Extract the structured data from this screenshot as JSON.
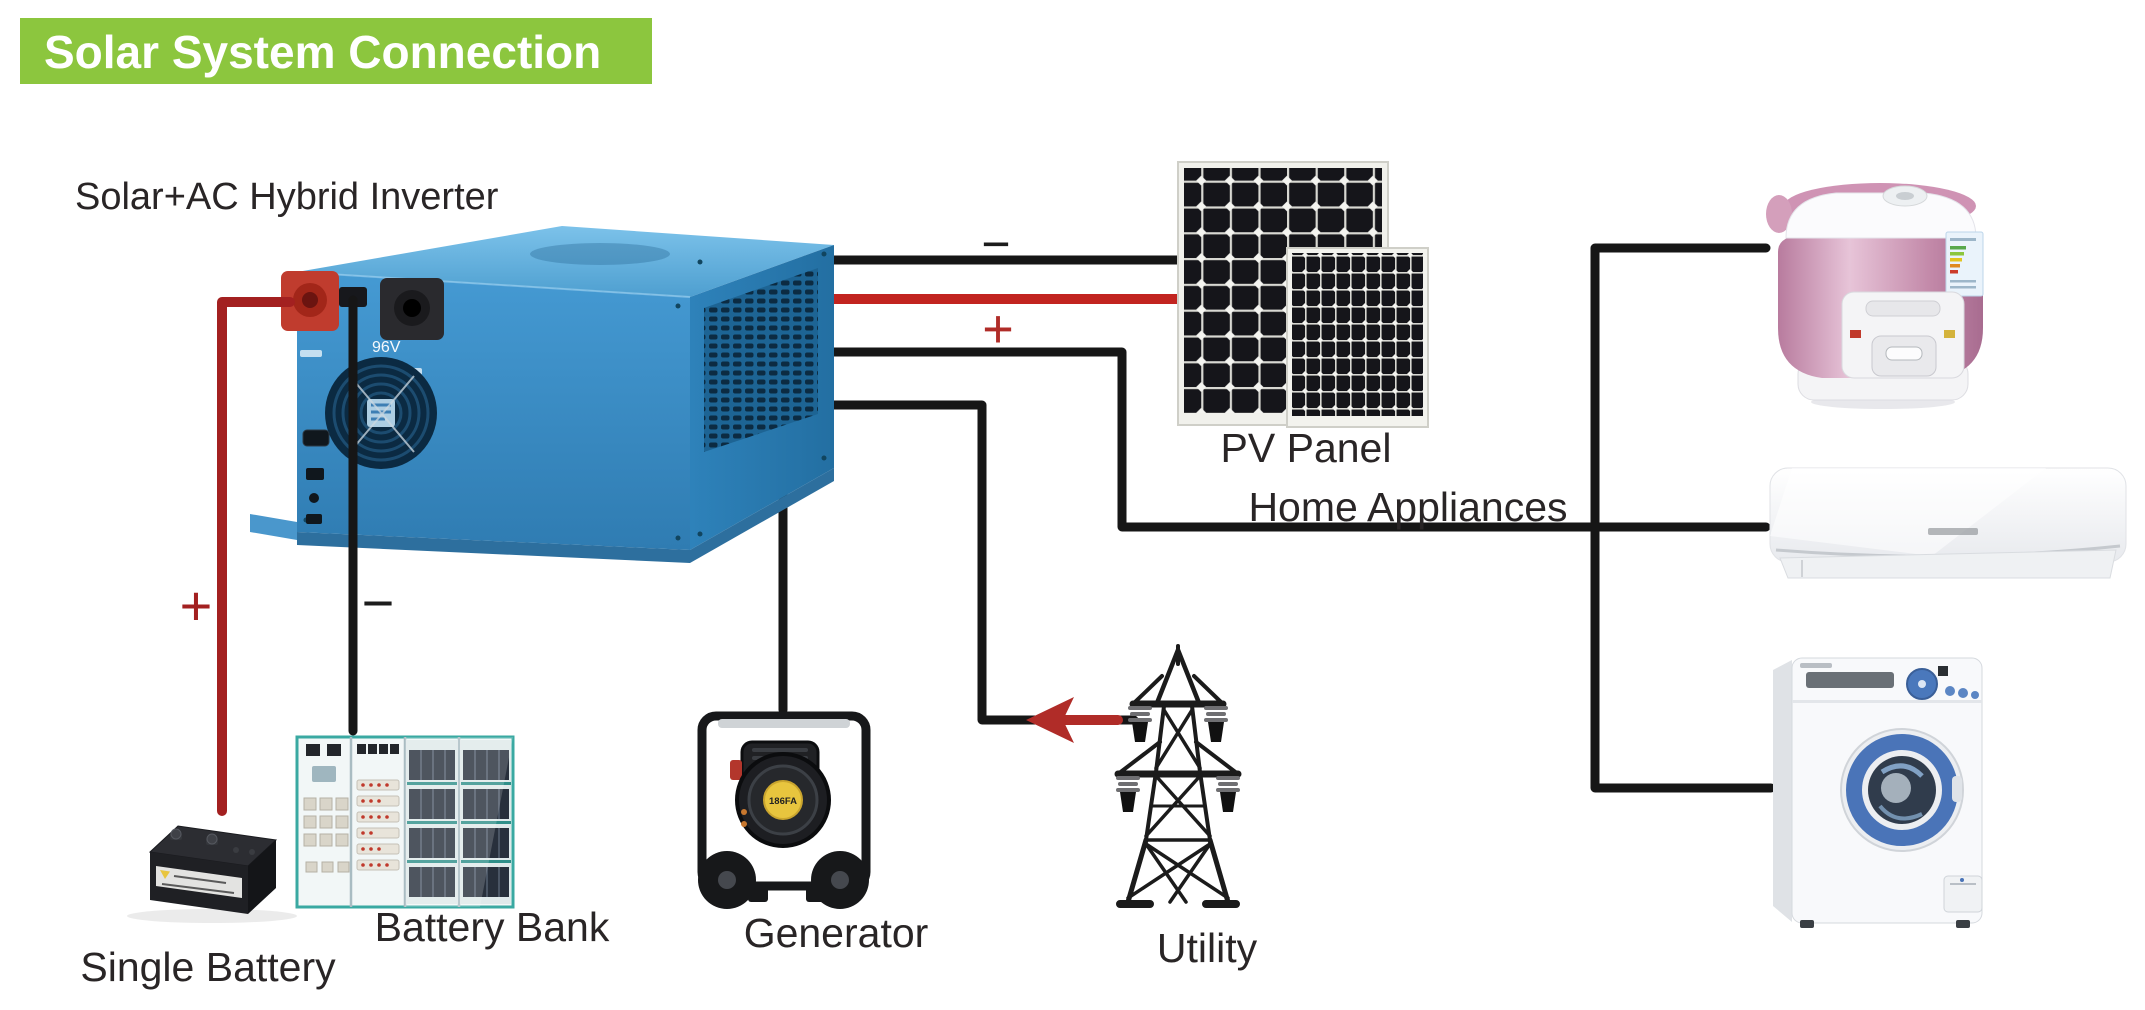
{
  "banner": {
    "title": "Solar System Connection",
    "bg_color": "#8cc63e",
    "text_color": "#ffffff"
  },
  "labels": {
    "inverter": "Solar+AC Hybrid Inverter",
    "pv_panel": "PV Panel",
    "home_appliances": "Home Appliances",
    "single_battery": "Single Battery",
    "battery_bank": "Battery Bank",
    "generator": "Generator",
    "utility": "Utility"
  },
  "polarity": {
    "battery_positive": "+",
    "battery_negative": "−",
    "pv_negative": "−",
    "pv_positive": "+"
  },
  "badges": {
    "inverter_voltage": "96V",
    "generator_engine": "186FA"
  },
  "icons": {
    "inverter": "hybrid-inverter-icon",
    "pv_panel": "solar-panel-icon",
    "rice_cooker": "rice-cooker-icon",
    "air_conditioner": "air-conditioner-icon",
    "washing_machine": "washing-machine-icon",
    "single_battery": "battery-icon",
    "battery_bank": "battery-cabinet-icon",
    "generator": "generator-icon",
    "utility": "transmission-tower-icon",
    "flow_arrow": "utility-flow-arrow-icon"
  },
  "colors": {
    "banner_green": "#8cc63e",
    "positive_wire": "#a32020",
    "pv_positive_wire": "#c22420",
    "negative_wire": "#161616",
    "utility_arrow": "#b02c28",
    "inverter_blue": "#3a8fc8"
  }
}
